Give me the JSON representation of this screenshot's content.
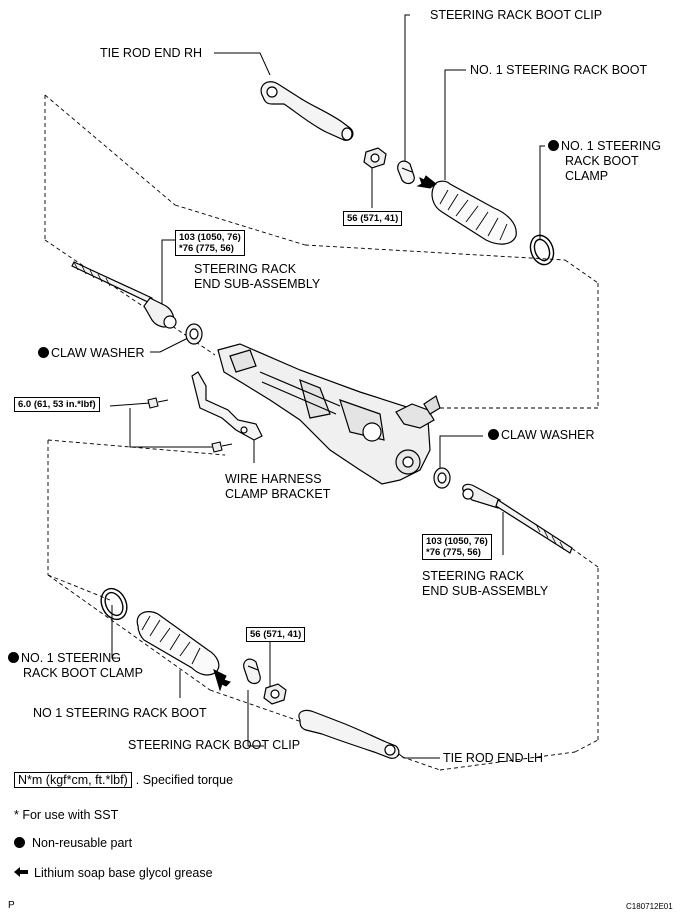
{
  "labels": {
    "boot_clip_top": "STEERING RACK BOOT CLIP",
    "tie_rod_rh": "TIE ROD END RH",
    "boot_top": "NO. 1 STEERING RACK BOOT",
    "boot_clamp_top_1": "NO. 1 STEERING",
    "boot_clamp_top_2": "RACK BOOT",
    "boot_clamp_top_3": "CLAMP",
    "rack_end_top_1": "STEERING RACK",
    "rack_end_top_2": "END SUB-ASSEMBLY",
    "claw_washer_left": "CLAW WASHER",
    "wire_harness_1": "WIRE HARNESS",
    "wire_harness_2": "CLAMP BRACKET",
    "claw_washer_right": "CLAW WASHER",
    "rack_end_bottom_1": "STEERING RACK",
    "rack_end_bottom_2": "END SUB-ASSEMBLY",
    "boot_clamp_bottom_1": "NO. 1 STEERING",
    "boot_clamp_bottom_2": "RACK BOOT CLAMP",
    "boot_bottom": "NO  1 STEERING RACK BOOT",
    "boot_clip_bottom": "STEERING RACK BOOT CLIP",
    "tie_rod_lh": "TIE ROD END LH"
  },
  "torques": {
    "nut_top": "56 (571, 41)",
    "rack_end_top_1": "103 (1050, 76)",
    "rack_end_top_2": "*76 (775, 56)",
    "bolt": "6.0 (61, 53 in.*lbf)",
    "rack_end_bottom_1": "103 (1050, 76)",
    "rack_end_bottom_2": "*76 (775, 56)",
    "nut_bottom": "56 (571, 41)"
  },
  "legend": {
    "torque_unit": "N*m (kgf*cm, ft.*lbf)",
    "torque_text": ". Specified torque",
    "sst_text": "* For use with SST",
    "non_reusable": "Non-reusable part",
    "grease": "Lithium soap base glycol grease"
  },
  "footer": {
    "left_code": "P",
    "right_code": "C180712E01"
  }
}
